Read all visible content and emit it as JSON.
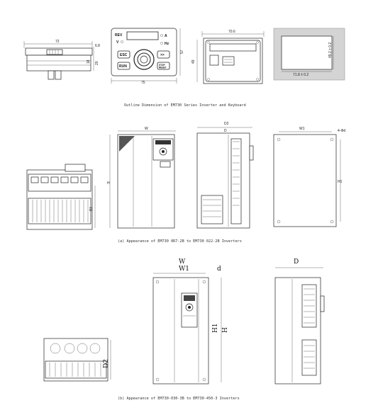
{
  "keyboard": {
    "width_label": "72",
    "depth_a": "6.8",
    "depth_b": "18",
    "depth_c": "20",
    "front_keys": {
      "rev": "REV",
      "v": "V",
      "a": "A",
      "hz": "Hz",
      "esc": "ESC",
      "fwd": ">>",
      "run": "RUN",
      "stop": "STOP\nRESET"
    },
    "front_width": "75",
    "front_height": "57",
    "back_width": "70.6",
    "back_height": "49",
    "cutout_width": "71.8 ± 0.2",
    "cutout_height": "49.2 ± 0.2",
    "caption": "Outline Dimension of EM730 Series Inverter and Keyboard"
  },
  "section_a": {
    "dims": {
      "w": "W",
      "d2": "D2",
      "d": "D",
      "w1": "W1",
      "h": "H",
      "h1": "H1",
      "hole": "4-Φd",
      "b1": "B1"
    },
    "caption": "(a) Appearance of EM730 0R7-2B to EM730 022-2B Inverters"
  },
  "section_b": {
    "dims": {
      "w": "W",
      "w1": "W1",
      "d": "d",
      "d_side": "D",
      "d2": "D2",
      "h1": "H1",
      "h": "H"
    },
    "caption": "(b) Appearance of EM730-030-3B to EM730-450-3 Inverters"
  }
}
